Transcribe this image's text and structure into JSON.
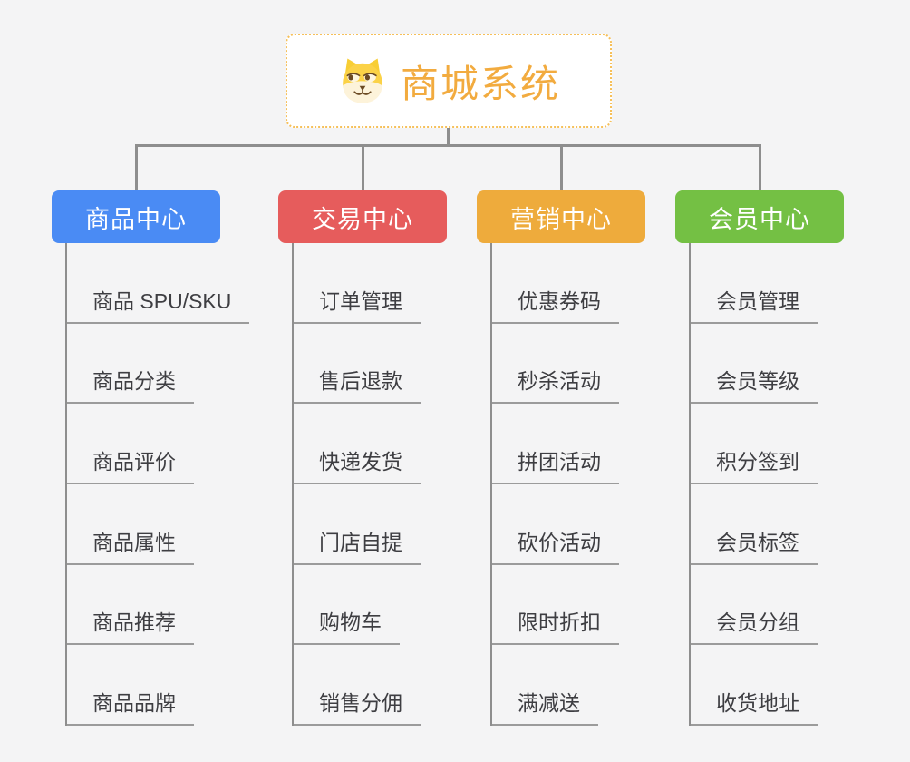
{
  "root": {
    "title": "商城系统",
    "icon": "dog-face-icon"
  },
  "colors": {
    "background": "#f4f4f5",
    "root_border": "#f6c05a",
    "root_title": "#f2ab3f",
    "connector_line": "#8e8e8e",
    "leaf_underline": "#9b9b9b",
    "leaf_text": "#3e3e42"
  },
  "branches": [
    {
      "label": "商品中心",
      "color": "#4a8bf4",
      "items": [
        "商品 SPU/SKU",
        "商品分类",
        "商品评价",
        "商品属性",
        "商品推荐",
        "商品品牌"
      ]
    },
    {
      "label": "交易中心",
      "color": "#e65c5c",
      "items": [
        "订单管理",
        "售后退款",
        "快递发货",
        "门店自提",
        "购物车",
        "销售分佣"
      ]
    },
    {
      "label": "营销中心",
      "color": "#eeab3c",
      "items": [
        "优惠券码",
        "秒杀活动",
        "拼团活动",
        "砍价活动",
        "限时折扣",
        "满减送"
      ]
    },
    {
      "label": "会员中心",
      "color": "#74c044",
      "items": [
        "会员管理",
        "会员等级",
        "积分签到",
        "会员标签",
        "会员分组",
        "收货地址"
      ]
    }
  ]
}
